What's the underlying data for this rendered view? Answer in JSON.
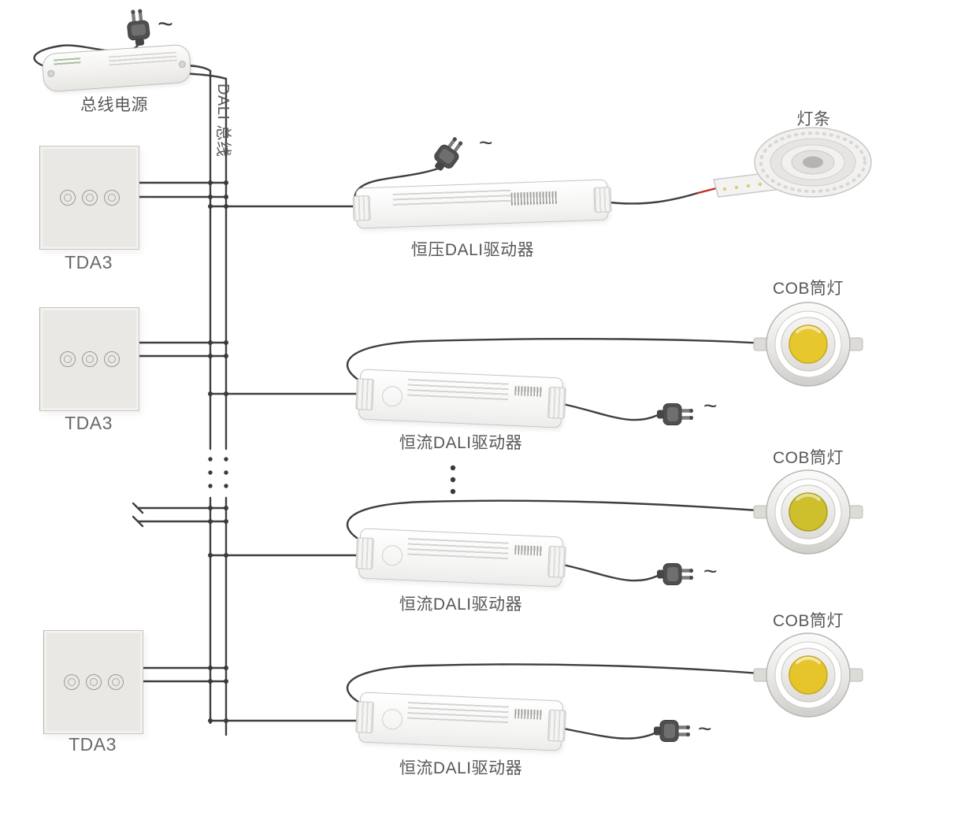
{
  "diagram": {
    "bus_power": {
      "label": "总线电源"
    },
    "dali_bus": {
      "label": "DALI 总线"
    },
    "panels": [
      {
        "label": "TDA3"
      },
      {
        "label": "TDA3"
      },
      {
        "label": "TDA3"
      }
    ],
    "cv_driver": {
      "label": "恒压DALI驱动器"
    },
    "cc_drivers": [
      {
        "label": "恒流DALI驱动器"
      },
      {
        "label": "恒流DALI驱动器"
      },
      {
        "label": "恒流DALI驱动器"
      }
    ],
    "led_strip": {
      "label": "灯条"
    },
    "downlights": [
      {
        "label": "COB筒灯"
      },
      {
        "label": "COB筒灯"
      },
      {
        "label": "COB筒灯"
      }
    ],
    "ac_symbol": "~",
    "colors": {
      "wire": "#3f3f3f",
      "label_text": "#595757",
      "led_yellow": "#e6c82e",
      "wire_live_red": "#c33027"
    }
  }
}
